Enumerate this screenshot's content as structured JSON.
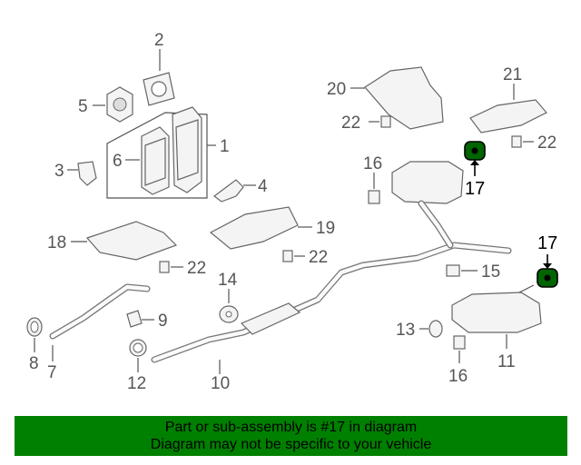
{
  "callouts": {
    "c1": "1",
    "c2": "2",
    "c3": "3",
    "c4": "4",
    "c5": "5",
    "c6": "6",
    "c7": "7",
    "c8": "8",
    "c9": "9",
    "c10": "10",
    "c11": "11",
    "c12": "12",
    "c13": "13",
    "c14": "14",
    "c15": "15",
    "c16a": "16",
    "c16b": "16",
    "c17a": "17",
    "c17b": "17",
    "c18": "18",
    "c19": "19",
    "c20": "20",
    "c21": "21",
    "c22a": "22",
    "c22b": "22",
    "c22c": "22",
    "c22d": "22"
  },
  "highlight_color": "#000000",
  "banner": {
    "background": "#008000",
    "line1": "Part or sub-assembly is #17 in diagram",
    "line2": "Diagram may not be specific to your vehicle"
  }
}
